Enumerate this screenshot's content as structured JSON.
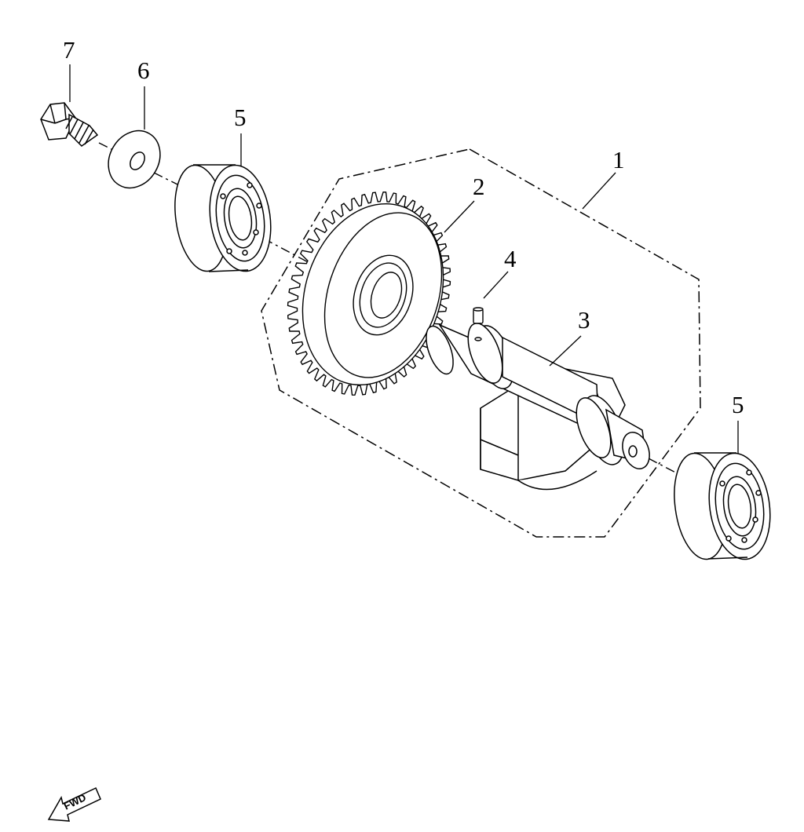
{
  "diagram": {
    "callouts": {
      "part_1": "1",
      "part_2": "2",
      "part_3": "3",
      "part_4": "4",
      "part_5_top": "5",
      "part_5_bottom": "5",
      "part_6": "6",
      "part_7": "7"
    },
    "direction_arrow": {
      "label": "FWD",
      "icon": "fwd-arrow-icon"
    },
    "colors": {
      "line": "#000000",
      "background": "#ffffff"
    }
  }
}
